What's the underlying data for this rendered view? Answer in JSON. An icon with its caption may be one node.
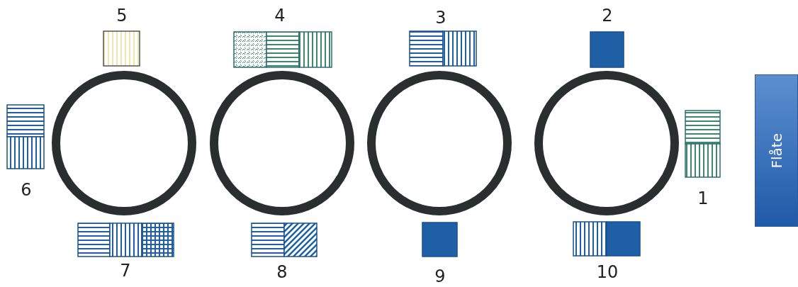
{
  "diagram": {
    "nodes": [
      {
        "text": [],
        "shape": "circle"
      },
      {
        "text": [],
        "shape": "circle"
      },
      {
        "text": [],
        "shape": "circle"
      },
      {
        "text": [],
        "shape": "circle"
      },
      {
        "text": [
          "Flåte"
        ]
      }
    ],
    "labels": [
      "5",
      "4",
      "3",
      "2",
      "6",
      "1",
      "7",
      "8",
      "9",
      "10"
    ]
  }
}
